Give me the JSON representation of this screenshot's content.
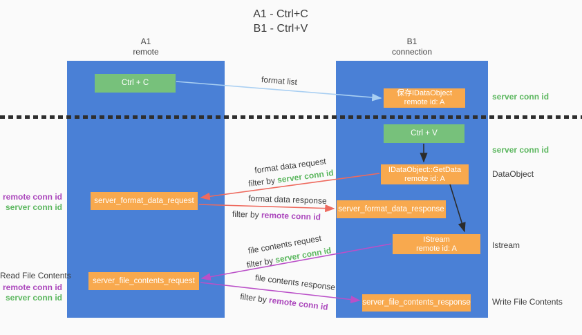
{
  "title": {
    "line1": "A1 - Ctrl+C",
    "line2": "B1 - Ctrl+V"
  },
  "lanes": {
    "left": {
      "id": "A1",
      "name": "remote"
    },
    "right": {
      "id": "B1",
      "name": "connection"
    }
  },
  "nodes": {
    "ctrl_c": {
      "label": "Ctrl + C"
    },
    "save_idataobject": {
      "line1": "保存IDataObject",
      "line2": "remote id: A"
    },
    "ctrl_v": {
      "label": "Ctrl + V"
    },
    "getdata": {
      "line1": "IDataObject::GetData",
      "line2": "remote id: A"
    },
    "istream": {
      "line1": "IStream",
      "line2": "remote id: A"
    },
    "format_request": {
      "label": "server_format_data_request"
    },
    "format_response": {
      "label": "server_format_data_response"
    },
    "file_request": {
      "label": "server_file_contents_request"
    },
    "file_response": {
      "label": "server_file_contents_response"
    }
  },
  "side_labels": {
    "right": {
      "server_conn_id_1": "server conn id",
      "server_conn_id_2": "server conn id",
      "dataobject": "DataObject",
      "istream": "Istream",
      "write_file_contents": "Write File Contents"
    },
    "left": {
      "remote_conn_id_1": "remote conn id",
      "server_conn_id_1": "server conn id",
      "read_file_contents": "Read File Contents",
      "remote_conn_id_2": "remote conn id",
      "server_conn_id_2": "server conn id"
    }
  },
  "arrows": {
    "format_list": {
      "label": "format list"
    },
    "format_data_request": {
      "label": "format data request",
      "filter_prefix": "filter by ",
      "filter_key": "server conn id"
    },
    "format_data_response": {
      "label": "format data response",
      "filter_prefix": "filter by ",
      "filter_key": "remote conn id"
    },
    "file_contents_request": {
      "label": "file contents request",
      "filter_prefix": "filter by ",
      "filter_key": "server conn id"
    },
    "file_contents_response": {
      "label": "file contents response",
      "filter_prefix": "filter by ",
      "filter_key": "remote conn id"
    }
  },
  "colors": {
    "lane_blue": "#4a80d6",
    "box_green": "#77c17b",
    "box_orange": "#f8a94e",
    "arrow_blue": "#a9cff2",
    "arrow_red": "#ee6a5e",
    "arrow_magenta": "#ba50c8",
    "arrow_black": "#2b2b2b",
    "text_green": "#5cb75f",
    "text_purple": "#ab47bc"
  }
}
